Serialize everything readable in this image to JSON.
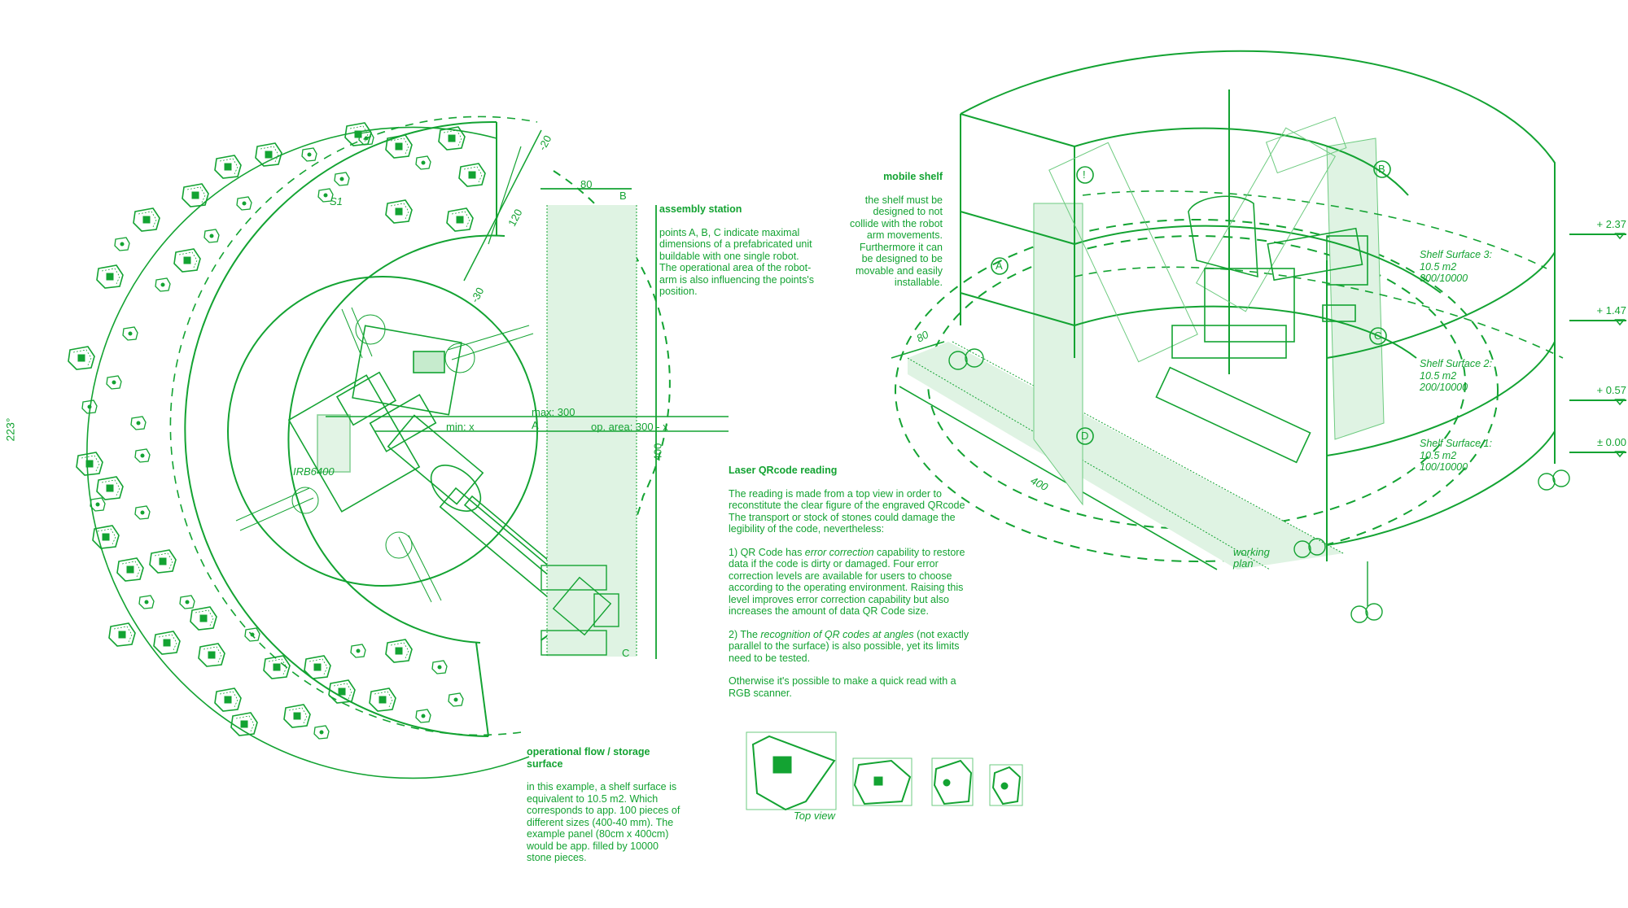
{
  "colors": {
    "ink": "#13a332",
    "fill": "#dff3e3",
    "fill_dark": "#c6ebcd"
  },
  "plan": {
    "angle_label": "223°",
    "storage_label": "S1",
    "dim_120": "120",
    "dim_minus30": "-30",
    "dim_minus20": "-20",
    "robot_label": "IRB6400",
    "min_label": "min: x",
    "max_label": "max: 300",
    "op_area_label": "op. area: 300 - x",
    "dim_80": "80",
    "dim_400": "400",
    "point_a": "A",
    "point_b": "B",
    "point_c": "C"
  },
  "assembly_station": {
    "title": "assembly station",
    "body": "points A, B, C indicate maximal dimensions of a prefabricated unit buildable with one single robot. The operational area of the robot-arm is also influencing the points's position."
  },
  "mobile_shelf": {
    "title": "mobile shelf",
    "body": "the shelf must be designed to not collide with the robot arm movements. Furthermore it can be designed to be movable and easily installable."
  },
  "laser_qr": {
    "title": "Laser QRcode reading",
    "p1": "The reading is made from a top view in order to reconstitute the clear figure of the engraved QRcode",
    "p2": "The transport or stock of stones could damage the legibility of the code, nevertheless:",
    "p3_pre": "1) QR Code has ",
    "p3_em": "error correction",
    "p3_post": " capability to restore data if the code is dirty or damaged. Four error correction levels are available for users to choose according to the operating environment. Raising this level improves error correction capability but also increases the amount of data QR Code size.",
    "p4_pre": "2) The ",
    "p4_em": "recognition of QR codes at angles",
    "p4_post": " (not exactly parallel to the surface) is also possible, yet its limits need to be tested.",
    "p5": "Otherwise it's possible to make a quick read with a RGB scanner.",
    "top_view_label": "Top view"
  },
  "storage_surface": {
    "title": "operational flow / storage surface",
    "body": "in this example, a shelf surface is equivalent to 10.5 m2. Which corresponds to app. 100 pieces of different sizes (400-40 mm). The example panel (80cm x 400cm) would be app. filled by 10000 stone pieces."
  },
  "axonometric": {
    "point_i": "!",
    "point_a": "A",
    "point_b": "B",
    "point_c": "C",
    "point_d": "D",
    "dim_80": "80",
    "dim_400": "400",
    "working_plan": "working plan",
    "shelves": [
      {
        "title": "Shelf Surface 3:",
        "area": "10.5 m2",
        "count": "300/10000"
      },
      {
        "title": "Shelf Surface 2:",
        "area": "10.5 m2",
        "count": "200/10000"
      },
      {
        "title": "Shelf Surface 1:",
        "area": "10.5 m2",
        "count": "100/10000"
      }
    ],
    "levels": [
      "+ 2.37",
      "+ 1.47",
      "+ 0.57",
      "± 0.00"
    ]
  }
}
